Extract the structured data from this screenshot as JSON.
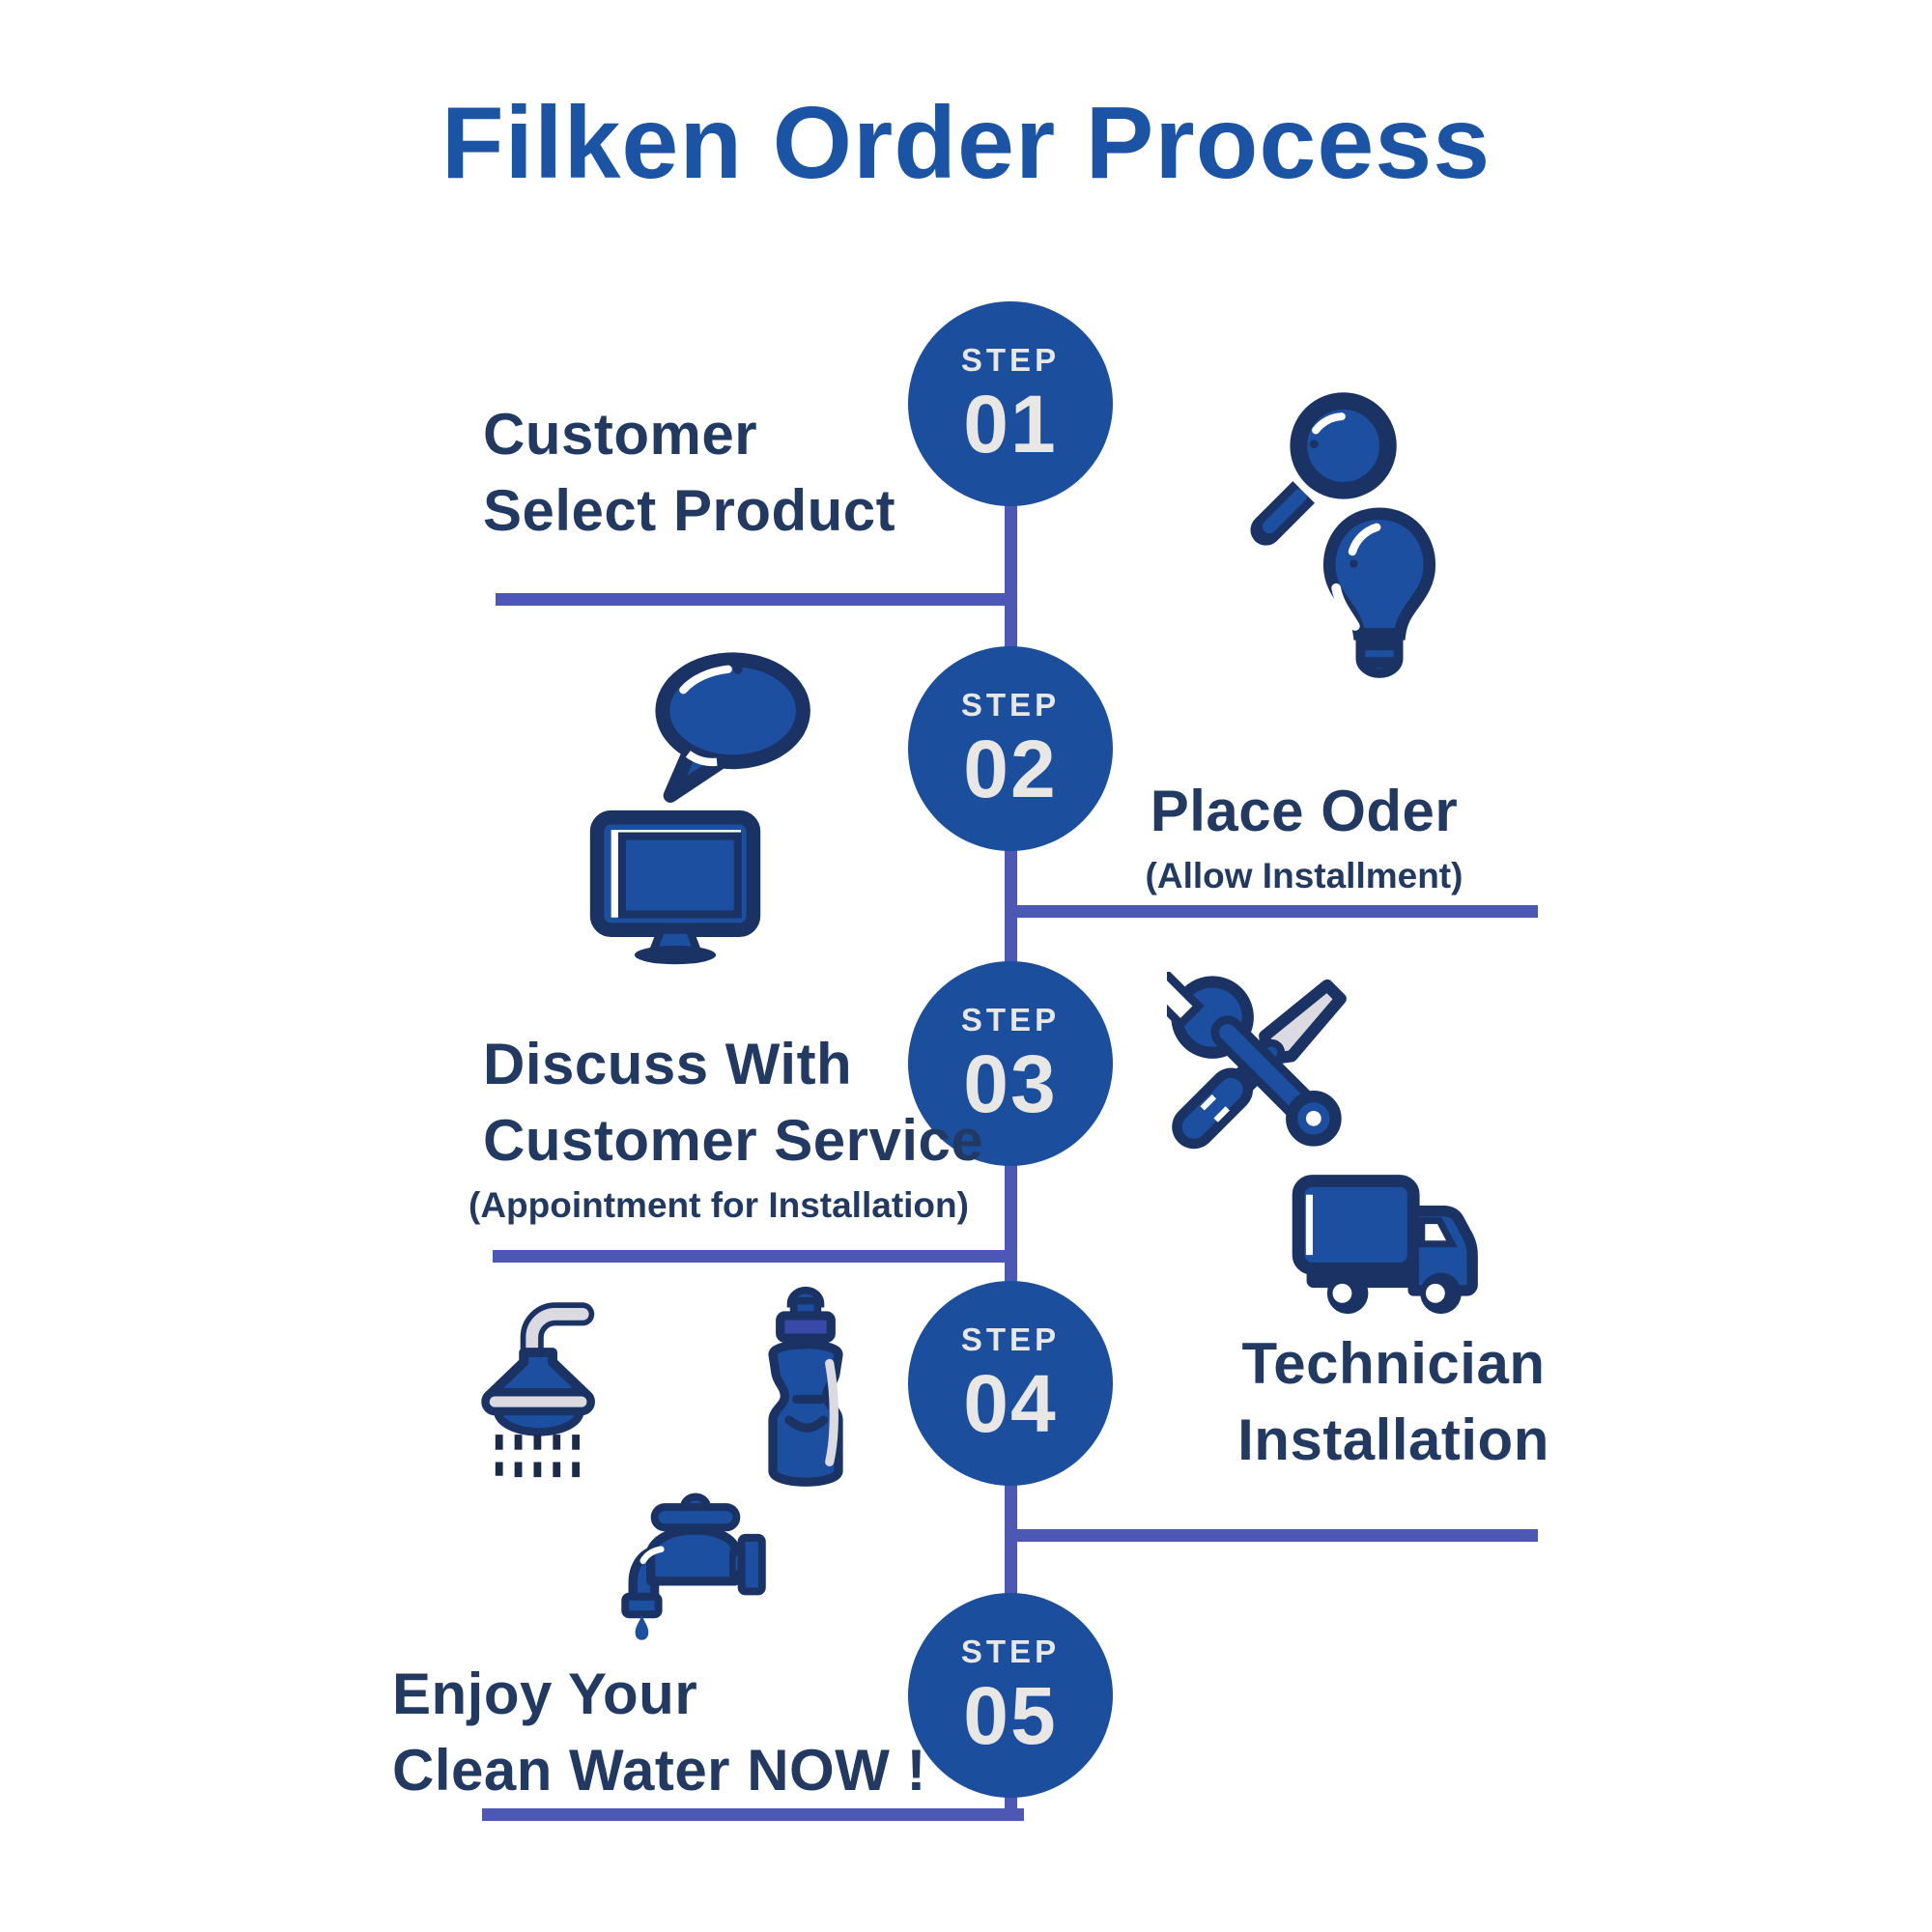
{
  "title": "Filken Order Process",
  "colors": {
    "title_blue": "#1B53A5",
    "circle_blue": "#1B4F9E",
    "connector_purple_blue": "#4C58B4",
    "text_navy": "#223A62",
    "icon_fill_blue": "#1D4FA1",
    "icon_outline_navy": "#1A3364",
    "icon_light_gray": "#DADAE0",
    "step_label_offwhite": "#E9E7E4"
  },
  "steps": [
    {
      "badge": "STEP",
      "number": "01",
      "lines": [
        "Customer",
        "Select Product"
      ],
      "icons": [
        "magnifier-icon",
        "lightbulb-icon"
      ],
      "text_side": "left"
    },
    {
      "badge": "STEP",
      "number": "02",
      "lines": [
        "Place Oder"
      ],
      "note": "(Allow Installment)",
      "icons": [
        "speech-bubble-icon",
        "monitor-icon"
      ],
      "text_side": "right"
    },
    {
      "badge": "STEP",
      "number": "03",
      "lines": [
        "Discuss With",
        "Customer Service"
      ],
      "note": "(Appointment for Installation)",
      "icons": [
        "tools-icon",
        "delivery-truck-icon"
      ],
      "text_side": "left"
    },
    {
      "badge": "STEP",
      "number": "04",
      "lines": [
        "Technician",
        "Installation"
      ],
      "icons": [
        "shower-head-icon",
        "water-bottle-icon",
        "faucet-icon"
      ],
      "text_side": "right"
    },
    {
      "badge": "STEP",
      "number": "05",
      "lines": [
        "Enjoy Your",
        "Clean Water NOW !"
      ],
      "icons": [],
      "text_side": "left"
    }
  ]
}
